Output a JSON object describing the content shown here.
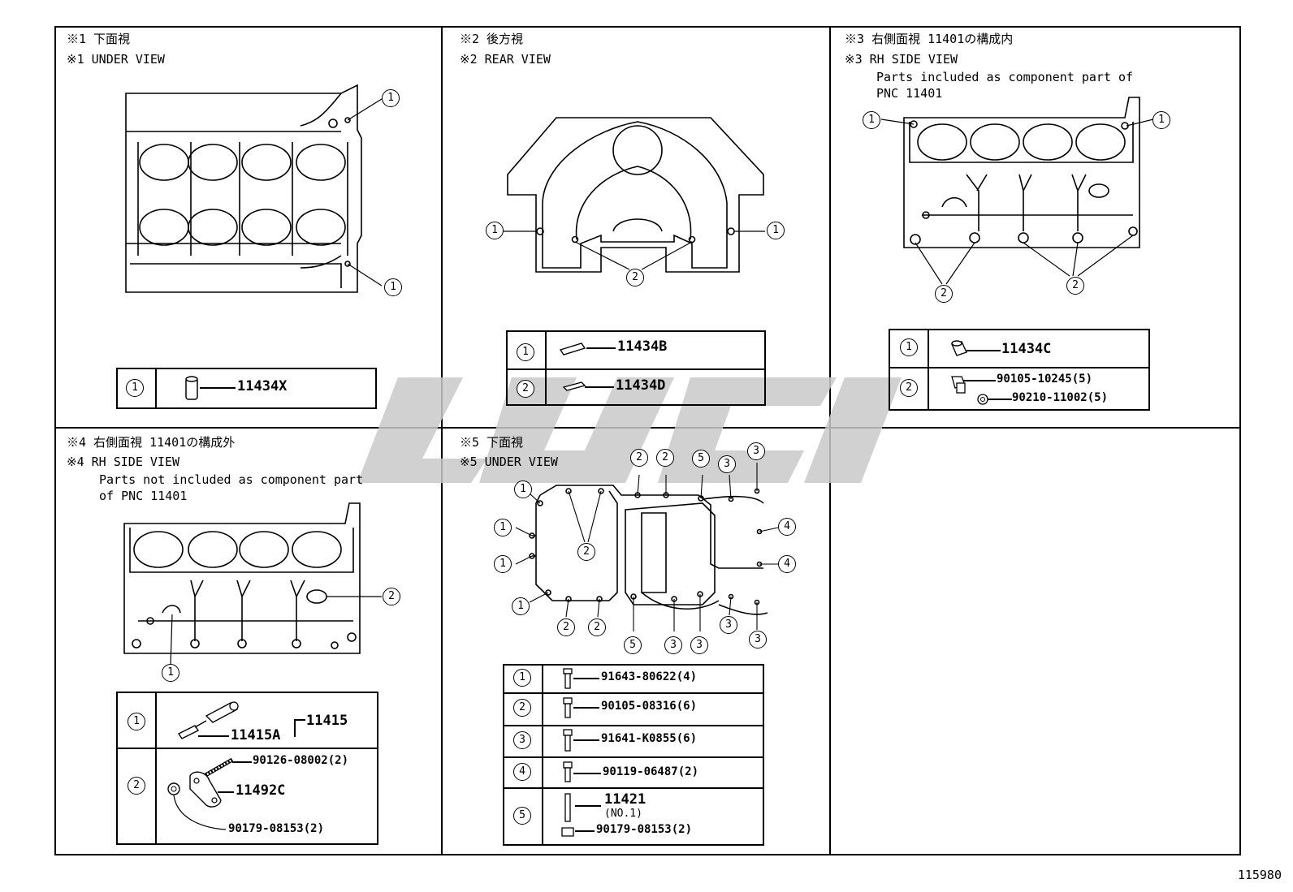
{
  "panels": [
    {
      "id": "p1",
      "lines": [
        "※1 下面視",
        "※1 UNDER VIEW"
      ]
    },
    {
      "id": "p2",
      "lines": [
        "※2 後方視",
        "※2 REAR VIEW"
      ]
    },
    {
      "id": "p3",
      "lines": [
        "※3 右側面視 11401の構成内",
        "※3 RH SIDE VIEW"
      ],
      "sub": [
        "Parts included as component part of",
        "PNC 11401"
      ]
    },
    {
      "id": "p4",
      "lines": [
        "※4 右側面視 11401の構成外",
        "※4 RH SIDE VIEW"
      ],
      "sub": [
        "Parts not included as component part",
        "of PNC 11401"
      ]
    },
    {
      "id": "p5",
      "lines": [
        "※5 下面視",
        "※5 UNDER VIEW"
      ]
    }
  ],
  "callouts": {
    "c1": "1",
    "c2": "2",
    "c3": "3",
    "c4": "4",
    "c5": "5"
  },
  "tables": {
    "p1": [
      {
        "key": "1",
        "parts": [
          "11434X"
        ]
      }
    ],
    "p2": [
      {
        "key": "1",
        "parts": [
          "11434B"
        ]
      },
      {
        "key": "2",
        "parts": [
          "11434D"
        ]
      }
    ],
    "p3": [
      {
        "key": "1",
        "parts": [
          "11434C"
        ]
      },
      {
        "key": "2",
        "parts": [
          "90105-10245(5)",
          "90210-11002(5)"
        ]
      }
    ],
    "p4": [
      {
        "key": "1",
        "parts": [
          "11415A",
          "11415"
        ]
      },
      {
        "key": "2",
        "parts": [
          "90126-08002(2)",
          "11492C",
          "90179-08153(2)"
        ]
      }
    ],
    "p5": [
      {
        "key": "1",
        "parts": [
          "91643-80622(4)"
        ]
      },
      {
        "key": "2",
        "parts": [
          "90105-08316(6)"
        ]
      },
      {
        "key": "3",
        "parts": [
          "91641-K0855(6)"
        ]
      },
      {
        "key": "4",
        "parts": [
          "90119-06487(2)"
        ]
      },
      {
        "key": "5",
        "parts": [
          "11421",
          "(NO.1)",
          "90179-08153(2)"
        ]
      }
    ]
  },
  "doc_number": "115980",
  "colors": {
    "line": "#000000",
    "watermark": "#c9c9c9"
  }
}
